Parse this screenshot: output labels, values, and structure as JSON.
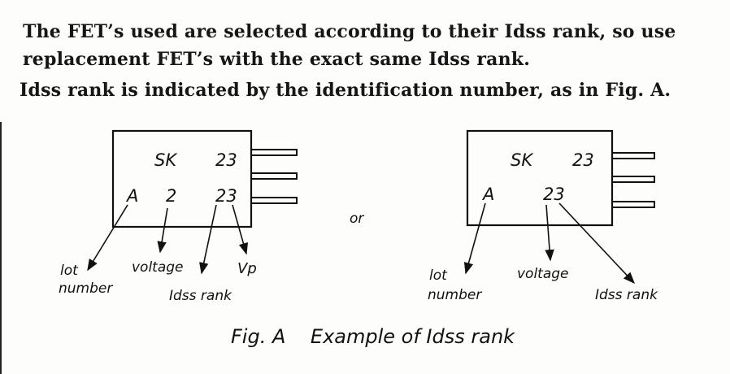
{
  "paragraph": {
    "line1": "The FET’s used are selected according to their Idss rank, so use",
    "line2": "replacement FET’s with the exact same Idss rank.",
    "line3": "Idss rank is indicated by the identification number, as in Fig. A."
  },
  "figure": {
    "left": {
      "top_prefix": "SK",
      "top_number": "23",
      "lot_code": "A",
      "voltage_code": "2",
      "rank_code": "23",
      "label_lot": "lot",
      "label_number": "number",
      "label_voltage": "voltage",
      "label_idss": "Idss rank",
      "label_vp": "Vp"
    },
    "separator": "or",
    "right": {
      "top_prefix": "SK",
      "top_number": "23",
      "lot_code": "A",
      "rank_code": "23",
      "label_lot": "lot",
      "label_number": "number",
      "label_voltage": "voltage",
      "label_idss": "Idss rank"
    },
    "caption_fig": "Fig. A",
    "caption_text": "Example of Idss rank"
  }
}
